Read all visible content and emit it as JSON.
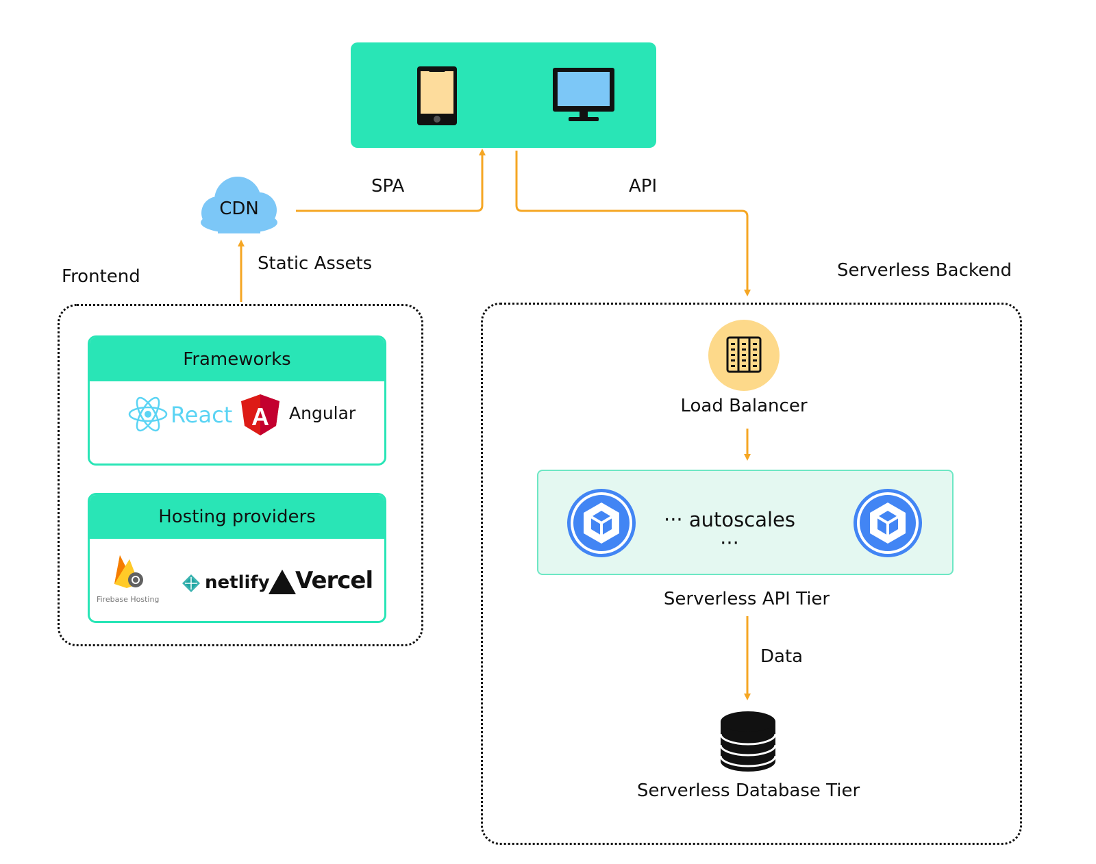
{
  "colors": {
    "accent": "#29e5b6",
    "arrow": "#f5a623",
    "cloud": "#7cc7f7",
    "load_balancer_bg": "#fdd98a",
    "api_tier_bg": "#e4f8f1",
    "gcp_blue": "#4285f4"
  },
  "devices": {
    "icons": [
      "mobile-phone-icon",
      "desktop-monitor-icon"
    ]
  },
  "cdn": {
    "label": "CDN"
  },
  "edges": {
    "spa": "SPA",
    "api": "API",
    "static_assets": "Static Assets",
    "data": "Data"
  },
  "frontend": {
    "title": "Frontend",
    "frameworks": {
      "title": "Frameworks",
      "react": "React",
      "angular": "Angular",
      "angular_logo_letter": "A"
    },
    "hosting": {
      "title": "Hosting providers",
      "firebase": "Firebase Hosting",
      "netlify": "netlify",
      "vercel": "Vercel"
    }
  },
  "backend": {
    "title": "Serverless Backend",
    "load_balancer": "Load Balancer",
    "autoscales": "··· autoscales ···",
    "api_tier": "Serverless API Tier",
    "database_tier": "Serverless Database Tier"
  }
}
